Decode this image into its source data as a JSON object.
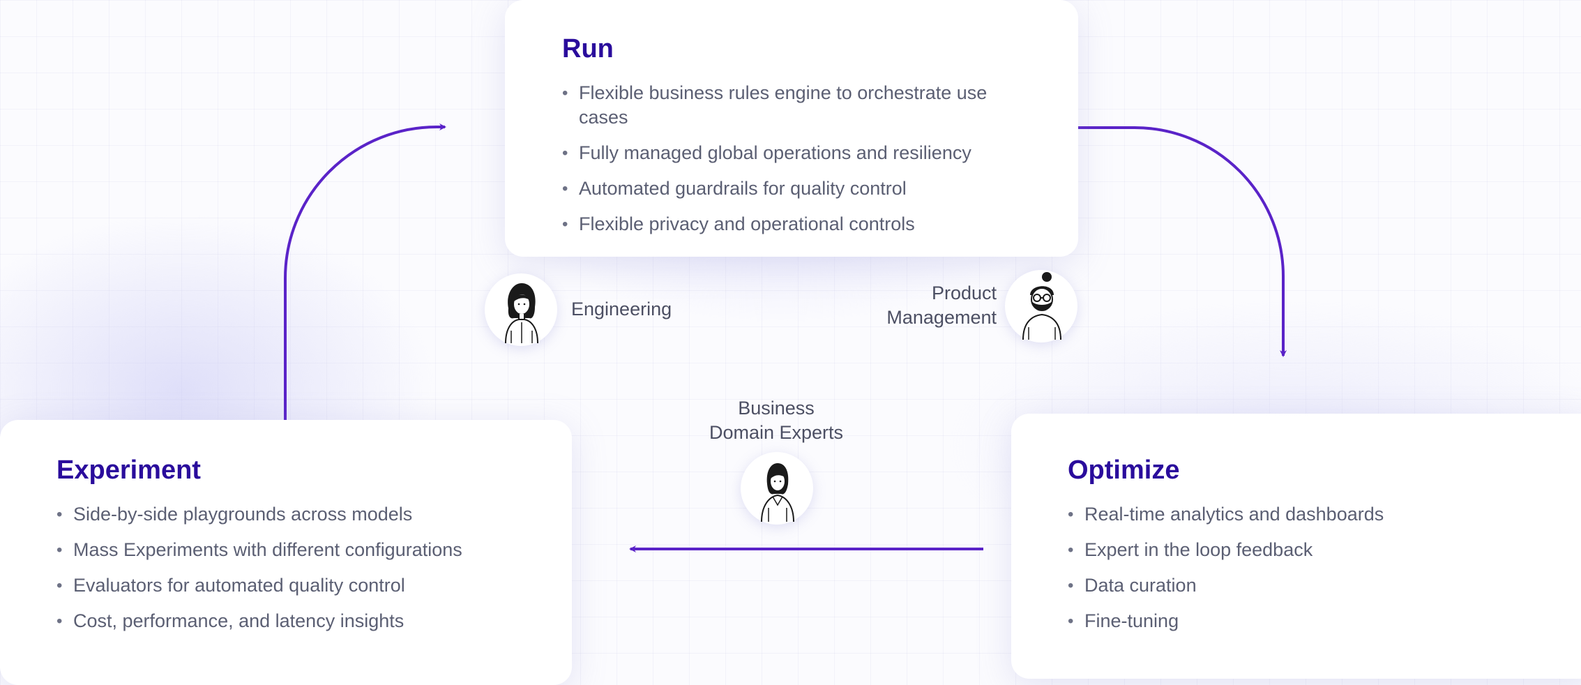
{
  "colors": {
    "accent": "#2a0c9c",
    "arrow": "#5a23c8",
    "text": "#5b5f73",
    "card_background": "#ffffff"
  },
  "cards": {
    "run": {
      "title": "Run",
      "items": [
        "Flexible business rules engine to orchestrate use cases",
        "Fully managed global operations and resiliency",
        "Automated guardrails for quality control",
        "Flexible privacy and operational controls"
      ]
    },
    "experiment": {
      "title": "Experiment",
      "items": [
        "Side-by-side playgrounds across models",
        "Mass Experiments with different configurations",
        "Evaluators for automated quality control",
        "Cost, performance, and latency insights"
      ]
    },
    "optimize": {
      "title": "Optimize",
      "items": [
        "Real-time analytics and dashboards",
        "Expert in the loop feedback",
        "Data curation",
        "Fine-tuning"
      ]
    }
  },
  "roles": {
    "engineering": {
      "label": "Engineering",
      "icon": "woman-avatar-icon"
    },
    "product_management": {
      "line1": "Product",
      "line2": "Management",
      "icon": "bearded-man-avatar-icon"
    },
    "business_domain_experts": {
      "line1": "Business",
      "line2": "Domain Experts",
      "icon": "woman-avatar-icon"
    }
  },
  "flow": [
    "Experiment",
    "Run",
    "Optimize",
    "Experiment"
  ]
}
